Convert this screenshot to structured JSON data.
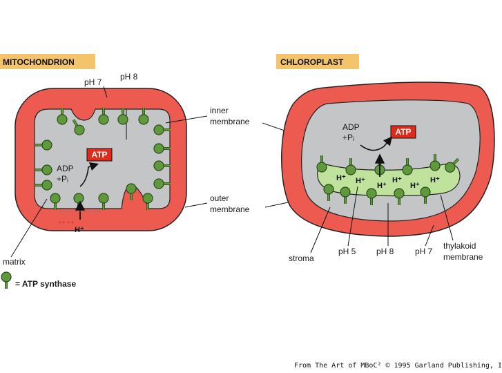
{
  "colors": {
    "membrane_red": "#ec5a50",
    "membrane_edge": "#222222",
    "lumen_gray": "#c3c5c6",
    "synthase_green": "#5e9a3c",
    "thylakoid_green": "#bfe39c",
    "title_bg": "#f3c46b",
    "atp_box": "#e02a1c"
  },
  "mitochondrion": {
    "title": "MITOCHONDRION",
    "ph_outer": "pH 7",
    "ph_inner": "pH 8",
    "atp": "ATP",
    "adp": "ADP",
    "pi": "+Pᵢ",
    "h_plus": "H⁺",
    "h_marks": "++ ++",
    "matrix_label": "matrix"
  },
  "chloroplast": {
    "title": "CHLOROPLAST",
    "atp": "ATP",
    "adp": "ADP",
    "pi": "+Pᵢ",
    "h_ions": [
      "H⁺",
      "H⁺",
      "H⁺",
      "H⁺",
      "H⁺",
      "H⁺"
    ],
    "stroma_label": "stroma",
    "ph_labels": [
      "pH 5",
      "pH 8",
      "pH 7"
    ],
    "thylakoid_label_1": "thylakoid",
    "thylakoid_label_2": "membrane"
  },
  "shared_labels": {
    "inner_1": "inner",
    "inner_2": "membrane",
    "outer_1": "outer",
    "outer_2": "membrane"
  },
  "legend": {
    "text": "= ATP synthase",
    "icon": "atp-synthase-icon"
  },
  "credit": "From The Art of MBoC² © 1995 Garland Publishing, I"
}
